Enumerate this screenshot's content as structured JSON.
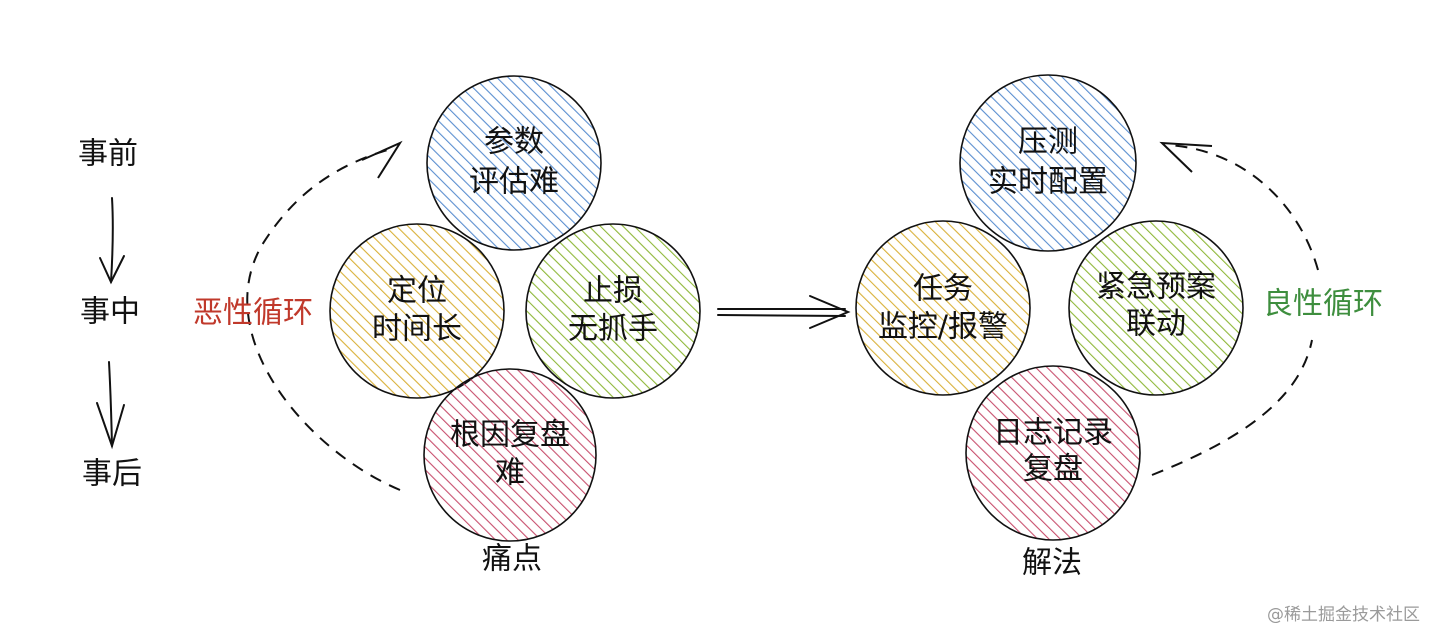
{
  "timeline": {
    "stages": [
      "事前",
      "事中",
      "事后"
    ]
  },
  "pain_points": {
    "cycle_label": "恶性循环",
    "cycle_color": "#c0392b",
    "caption": "痛点",
    "circles": [
      {
        "lines": [
          "参数",
          "评估难"
        ],
        "color": "#5b8fd0"
      },
      {
        "lines": [
          "定位",
          "时间长"
        ],
        "color": "#d9b13a"
      },
      {
        "lines": [
          "止损",
          "无抓手"
        ],
        "color": "#8fb83a"
      },
      {
        "lines": [
          "根因复盘",
          "难"
        ],
        "color": "#c8506e"
      }
    ]
  },
  "solutions": {
    "cycle_label": "良性循环",
    "cycle_color": "#3e8e3e",
    "caption": "解法",
    "circles": [
      {
        "lines": [
          "压测",
          "实时配置"
        ],
        "color": "#5b8fd0"
      },
      {
        "lines": [
          "任务",
          "监控/报警"
        ],
        "color": "#d9b13a"
      },
      {
        "lines": [
          "紧急预案",
          "联动"
        ],
        "color": "#8fb83a"
      },
      {
        "lines": [
          "日志记录",
          "复盘"
        ],
        "color": "#c8506e"
      }
    ]
  },
  "watermark": "@稀土掘金技术社区"
}
